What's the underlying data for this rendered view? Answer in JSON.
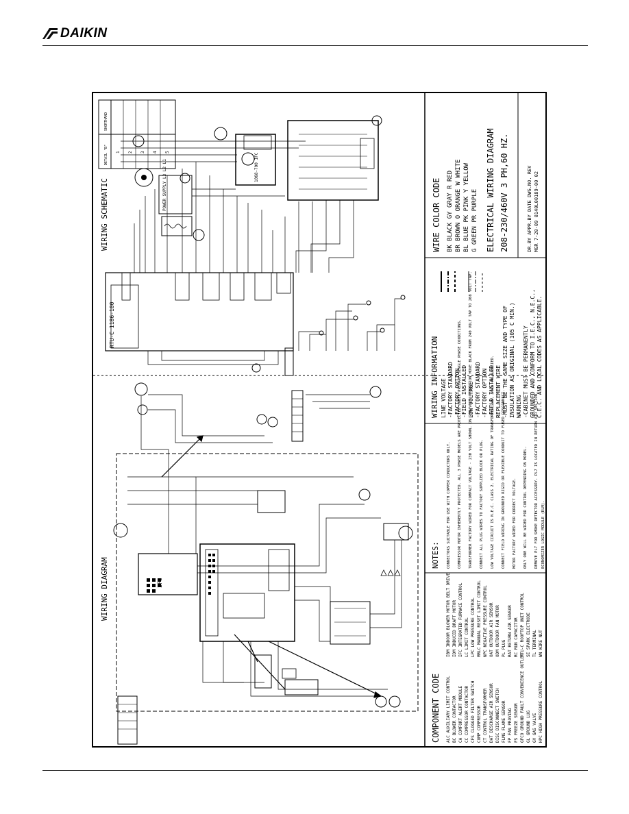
{
  "brand": {
    "name": "DAIKIN"
  },
  "titles": {
    "wiring_schematic": "WIRING SCHEMATIC",
    "wiring_diagram": "WIRING DIAGRAM",
    "board": "RTU-C 1186-100",
    "ifc": "IFC",
    "ifc2": "1068-700 IFC",
    "power_supply": "POWER SUPPLY L3 L2 L1"
  },
  "wire_color": {
    "heading": "WIRE COLOR CODE",
    "rows": [
      "BK BLACK   GY GRAY    R RED",
      "BR BROWN   O ORANGE   W WHITE",
      "BL BLUE    PK PINK    Y YELLOW",
      "G GREEN    PR PURPLE"
    ]
  },
  "title_block": {
    "title": "ELECTRICAL WIRING DIAGRAM",
    "subtitle": "208-230/460V 3 PH,60 HZ.",
    "fields": "DR.BY  APPR.BY  DATE  DWG.NO.  REV",
    "values": "MGR    7-20-09  0140L00189-00  02"
  },
  "wiring_info": {
    "heading": "WIRING INFORMATION",
    "lines": [
      "LINE VOLTAGE",
      "-FACTORY STANDARD",
      "-FACTORY OPTION",
      "-FIELD INSTALLED",
      "LOW VOLTAGE",
      "-FACTORY STANDARD",
      "-FACTORY OPTION",
      "-FIELD INSTALLED",
      "REPLACEMENT WIRE",
      "-MUST BE THE SAME SIZE AND TYPE OF",
      " INSULATION AS ORIGINAL (105 C MIN.)",
      "WARNING",
      "-CABINET MUST BE PERMANENTLY",
      " GROUNDED AND CONFORM TO I.E.C., N.E.C.,",
      " C.E.C. AND LOCAL CODES AS APPLICABLE."
    ]
  },
  "notes": {
    "heading": "NOTES:",
    "items": [
      "CONNECTORS SUITABLE FOR USE WITH COPPER CONDUCTORS ONLY.",
      "COMPRESSOR MOTOR INHERENTLY PROTECTED. ALL 3 PHASE MODELS ARE PROTECTED UNDER PRIMARY SINGLE PHASE CONDITIONS.",
      "TRANSFORMER FACTORY WIRED FOR COMPACT VOLTAGE - 230 VOLT SHOWN. ON 208 VOLT OPERATION MOVE BLACK FROM 240 VOLT TAP TO 208 VOLT TAP.",
      "CONNECT ALL PLUG WIRES TO FACTORY SUPPLIED BLOCK OR PLUG.",
      "LOW VOLTAGE CIRCUIT IS N.E.C. CLASS 2. ELECTRICAL RATING OF TRANSFORMER 24V, 50VA 40 SUPPLIED.",
      "CONNECT FIELD WIRING IN GROUNDED RIGID OR FLEXIBLE CONDUIT TO FUSED DISCONNECT.",
      "MOTOR FACTORY WIRED FOR CORRECT VOLTAGE.",
      "ONLY ONE WILL BE WIRED FOR CONTROL DEPENDING ON MODEL.",
      "REMOVE PL7 FOR SMOKE DETECTOR ACCESSORY. PL7 IS LOCATED IN RETURN AIR SECTION.",
      "ECONOMIZER LOGIC MODULE (ELM)."
    ]
  },
  "component_code": {
    "heading": "COMPONENT CODE",
    "left": [
      "ALC  AUXILIARY LIMIT CONTROL",
      "BC   BLOWER CONTACTOR",
      "CA   COMFORT ALERT MODULE",
      "CC   COMPRESSOR CONTACTOR",
      "CFS  CLOGGED FILTER SWITCH",
      "COMP COMPRESSOR",
      "CT   CONTROL TRANSFORMER",
      "DAT  DISCHARGE AIR SENSOR",
      "DISC DISCONNECT SWITCH",
      "FLMS FLAME SENSOR",
      "FP   FAN PROVING",
      "FS   FREEZE SENSOR",
      "GFCO GROUND FAULT CONVENIENCE OUTLET",
      "GL   GROUND LUG",
      "GV   GAS VALVE",
      "HPC  HIGH PRESSURE CONTROL"
    ],
    "right": [
      "IBM  INDOOR BLOWER MOTOR BELT DRIVE",
      "IDM  INDUCED DRAFT MOTOR",
      "IFC  INTEGRATED FURNACE CONTROL",
      "LC   LIMIT CONTROL",
      "LPC  LOW PRESSURE CONTROL",
      "MRLC MANUAL RESET LIMIT CONTROL",
      "NPC  NEGATIVE PRESSURE CONTROL",
      "OAT  OUTDOOR AIR SENSOR",
      "ODM  OUTDOOR FAN MOTOR",
      "PL   PLUG",
      "RAT  RETURN AIR SENSOR",
      "RC   RUN CAPACITOR",
      "RTU-C ROOFTOP UNIT CONTROL",
      "SE   SPARK ELECTRODE",
      "TL   TERMINAL",
      "WN   WIRE NUT"
    ]
  },
  "detail_table": {
    "header": [
      "DETAIL \"B\"",
      "SHORTHAND"
    ],
    "rows": [
      "1",
      "2",
      "3",
      "4",
      "5"
    ]
  }
}
